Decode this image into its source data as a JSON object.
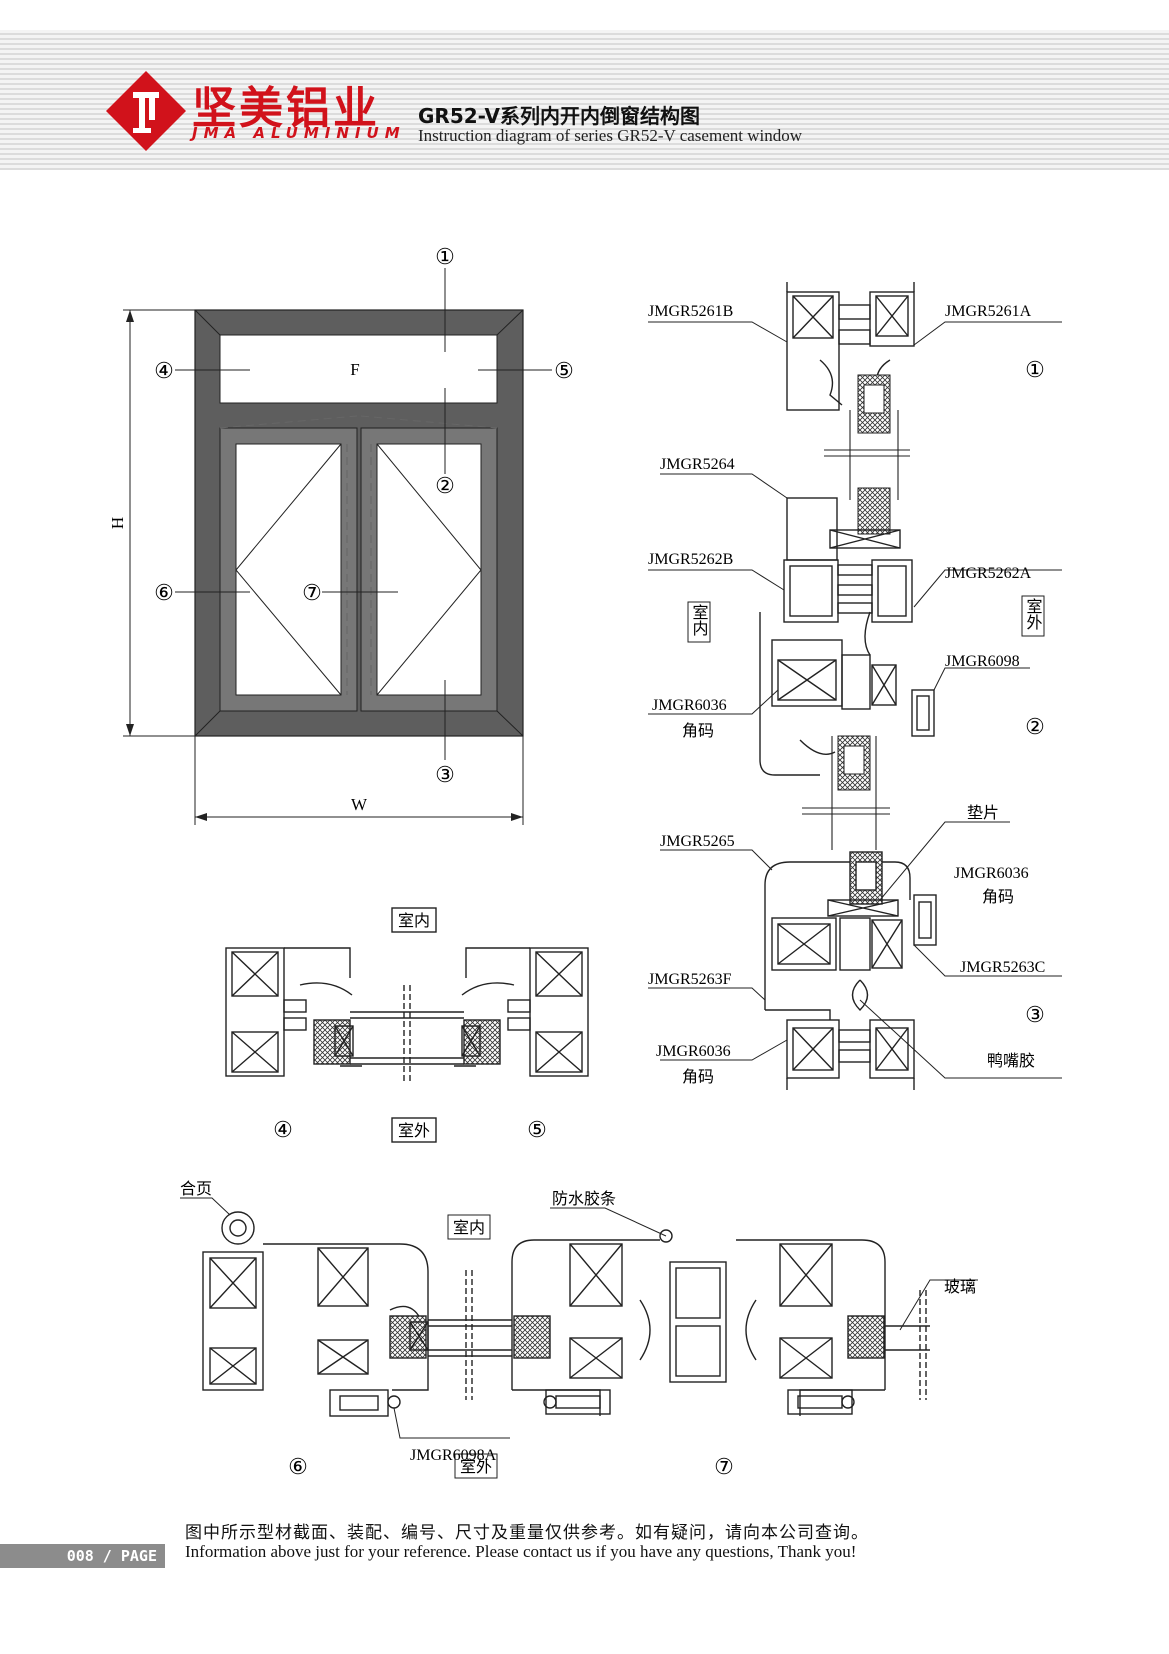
{
  "header": {
    "brand_cn": "坚美铝业",
    "brand_en": "JMA ALUMINIUM",
    "title_cn": "GR52-V系列内开内倒窗结构图",
    "title_en": "Instruction diagram of series GR52-V casement window"
  },
  "elevation": {
    "fixed_pane_label": "F",
    "height_label": "H",
    "width_label": "W",
    "callouts": [
      "①",
      "②",
      "③",
      "④",
      "⑤",
      "⑥",
      "⑦"
    ]
  },
  "vertical_section": {
    "part_labels": [
      "JMGR5261B",
      "JMGR5261A",
      "JMGR5264",
      "JMGR5262B",
      "JMGR5262A",
      "JMGR6098",
      "JMGR6036",
      "角码",
      "垫片",
      "JMGR5265",
      "JMGR6036",
      "角码",
      "JMGR5263C",
      "JMGR5263F",
      "鸭嘴胶",
      "JMGR6036",
      "角码"
    ],
    "indoor_label": "室内",
    "outdoor_label": "室外",
    "markers": [
      "①",
      "②",
      "③"
    ]
  },
  "mullion_section": {
    "indoor_label": "室内",
    "outdoor_label": "室外",
    "markers": [
      "④",
      "⑤"
    ]
  },
  "sash_section": {
    "labels": [
      "合页",
      "防水胶条",
      "玻璃",
      "JMGR6098A"
    ],
    "indoor_label": "室内",
    "outdoor_label": "室外",
    "markers": [
      "⑥",
      "⑦"
    ]
  },
  "footer": {
    "note_cn": "图中所示型材截面、装配、编号、尺寸及重量仅供参考。如有疑问，请向本公司查询。",
    "note_en": "Information above just for your reference. Please contact us if you have any questions, Thank you!",
    "page": "008 / PAGE"
  },
  "colors": {
    "brand_red": "#d1121b",
    "frame_gray": "#5a5a5a",
    "line": "#222222"
  }
}
